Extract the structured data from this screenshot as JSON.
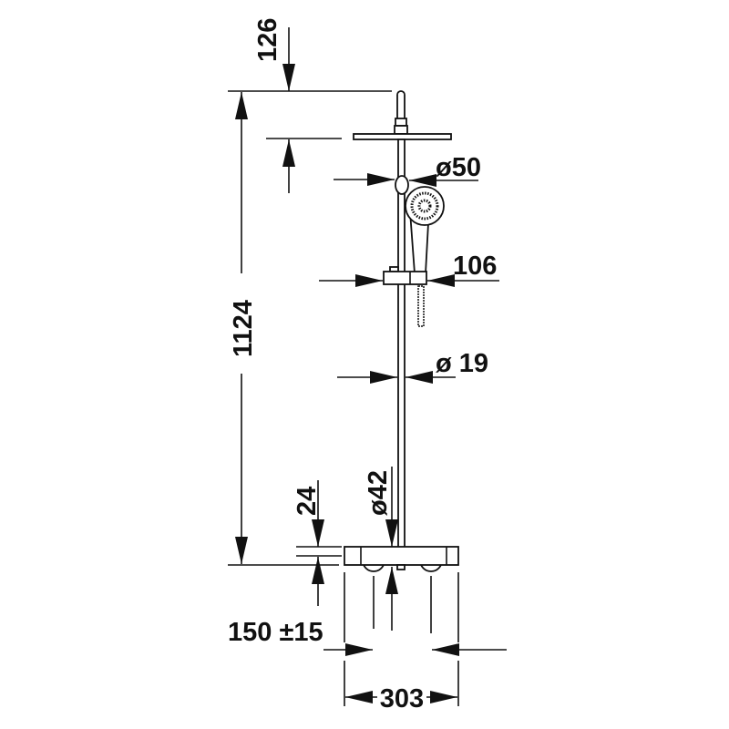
{
  "dimensions": {
    "top_offset": "126",
    "total_height": "1124",
    "head_diameter": "ø50",
    "slider_width": "106",
    "rail_diameter": "ø 19",
    "thermostat_diameter": "ø42",
    "body_height": "24",
    "connection_spacing": "150 ±15",
    "body_width": "303"
  },
  "colors": {
    "line": "#111111",
    "background": "#ffffff"
  }
}
